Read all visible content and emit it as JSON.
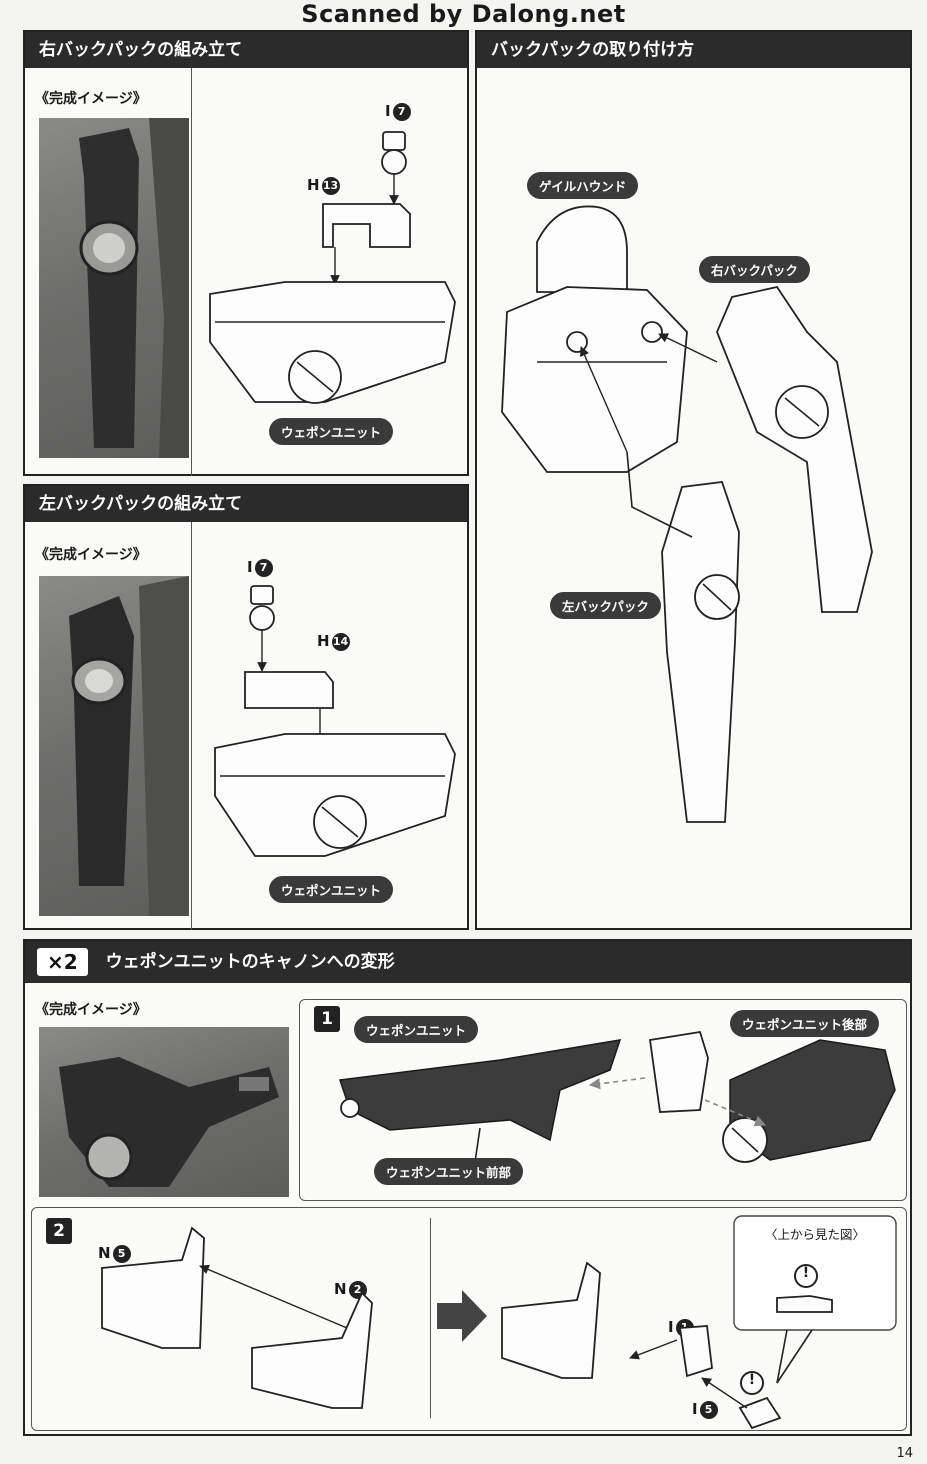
{
  "watermark": "Scanned by Dalong.net",
  "sections": {
    "right_backpack": {
      "title": "右バックパックの組み立て",
      "image_caption": "《完成イメージ》",
      "part_top": {
        "letter": "I",
        "number": "7"
      },
      "part_mid": {
        "letter": "H",
        "number": "13"
      },
      "label": "ウェポンユニット"
    },
    "left_backpack": {
      "title": "左バックパックの組み立て",
      "image_caption": "《完成イメージ》",
      "part_top": {
        "letter": "I",
        "number": "7"
      },
      "part_mid": {
        "letter": "H",
        "number": "14"
      },
      "label": "ウェポンユニット"
    },
    "attach": {
      "title": "バックパックの取り付け方",
      "labels": {
        "robot": "ゲイルハウンド",
        "right": "右バックパック",
        "left": "左バックパック"
      }
    },
    "cannon": {
      "badge": "×2",
      "title": "ウェポンユニットのキャノンへの変形",
      "image_caption": "《完成イメージ》",
      "step1": {
        "number": "1",
        "label_unit": "ウェポンユニット",
        "label_rear": "ウェポンユニット後部",
        "label_front": "ウェポンユニット前部"
      },
      "step2": {
        "number": "2",
        "part_a": {
          "letter": "N",
          "number": "5"
        },
        "part_b": {
          "letter": "N",
          "number": "2"
        },
        "part_c": {
          "letter": "I",
          "number": "1"
        },
        "part_d": {
          "letter": "I",
          "number": "5"
        },
        "callout": "〈上から見た図〉",
        "warning": "!"
      }
    }
  },
  "page_number": "14"
}
